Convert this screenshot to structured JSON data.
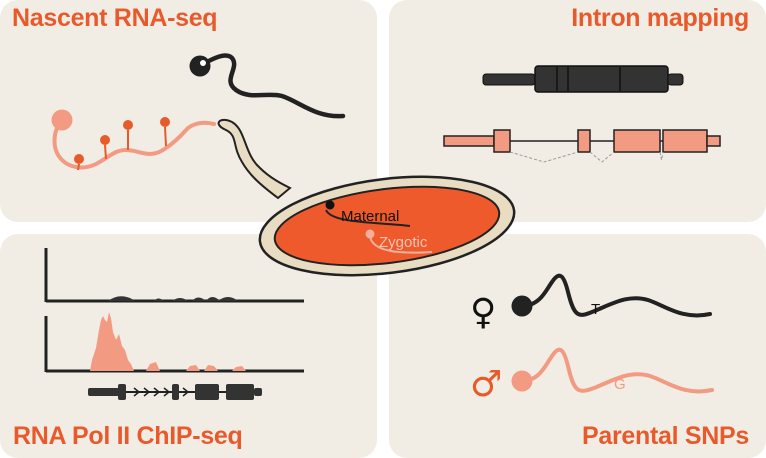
{
  "panels": {
    "nascent": {
      "title": "Nascent RNA-seq"
    },
    "intron": {
      "title": "Intron mapping"
    },
    "chip": {
      "title": "RNA Pol II ChIP-seq"
    },
    "snps": {
      "title": "Parental SNPs"
    }
  },
  "embryo": {
    "maternal_label": "Maternal",
    "zygotic_label": "Zygotic"
  },
  "snps": {
    "maternal_allele": "T",
    "paternal_allele": "G",
    "female_symbol": "♀",
    "male_symbol": "♂"
  },
  "colors": {
    "accent": "#e85a2c",
    "salmon": "#f29a82",
    "dark": "#222222",
    "panel_bg": "#f2ede4",
    "embryo_fill": "#ee5a2b",
    "embryo_shell": "#e8dcc2"
  }
}
